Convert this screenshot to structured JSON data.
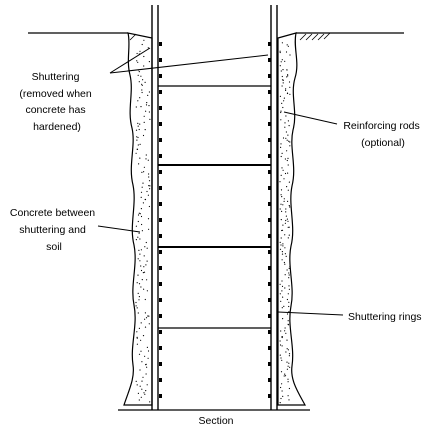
{
  "diagram": {
    "caption": "Section",
    "labels": {
      "shuttering": [
        "Shuttering",
        "(removed when",
        "concrete has",
        "hardened)"
      ],
      "reinforcing": [
        "Reinforcing rods",
        "(optional)"
      ],
      "concrete": [
        "Concrete between",
        "shuttering and",
        "soil"
      ],
      "rings": [
        "Shuttering rings"
      ]
    },
    "colors": {
      "ink": "#000000",
      "paper": "#ffffff",
      "stipple": "#000000"
    }
  }
}
